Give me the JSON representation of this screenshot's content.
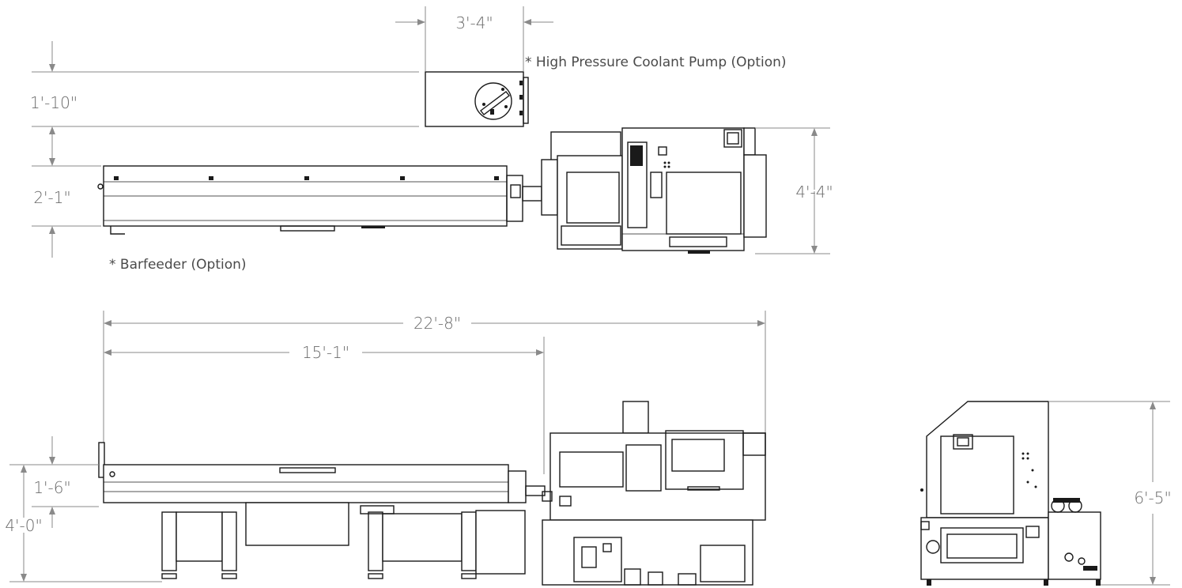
{
  "dimensions": {
    "pump_width": "3'-4\"",
    "pump_depth": "1'-10\"",
    "barfeeder_depth": "2'-1\"",
    "machine_depth": "4'-4\"",
    "overall_length": "22'-8\"",
    "barfeeder_length": "15'-1\"",
    "barfeeder_height_top": "1'-6\"",
    "barfeeder_height": "4'-0\"",
    "machine_height": "6'-5\""
  },
  "notes": {
    "pump_option": "* High Pressure Coolant Pump (Option)",
    "barfeeder_option": "* Barfeeder (Option)"
  }
}
